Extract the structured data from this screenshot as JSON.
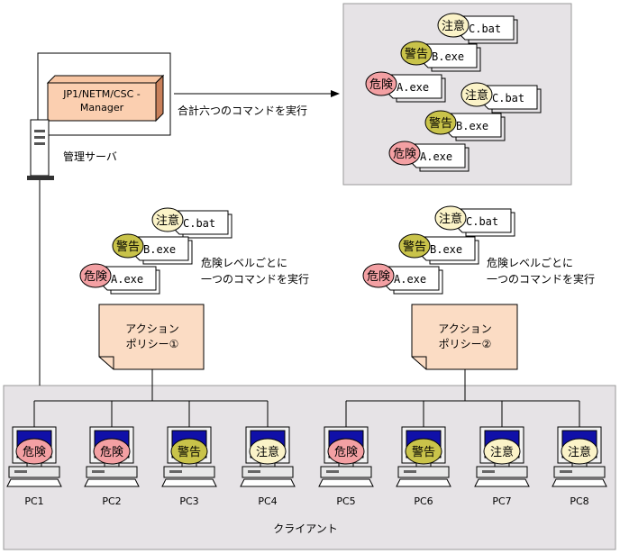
{
  "server": {
    "product": [
      "JP1/NETM/CSC -",
      "Manager"
    ],
    "caption": "管理サーバ"
  },
  "arrow_label": "合計六つのコマンドを実行",
  "levels": {
    "caution": "注意",
    "warning": "警告",
    "danger": "危険"
  },
  "files": {
    "caution": "C.bat",
    "warning": "B.exe",
    "danger": "A.exe"
  },
  "policies": [
    {
      "lines": [
        "アクション",
        "ポリシー①"
      ],
      "note": [
        "危険レベルごとに",
        "一つのコマンドを実行"
      ]
    },
    {
      "lines": [
        "アクション",
        "ポリシー②"
      ],
      "note": [
        "危険レベルごとに",
        "一つのコマンドを実行"
      ]
    }
  ],
  "clients": [
    {
      "name": "PC1",
      "level": "danger"
    },
    {
      "name": "PC2",
      "level": "danger"
    },
    {
      "name": "PC3",
      "level": "warning"
    },
    {
      "name": "PC4",
      "level": "caution"
    },
    {
      "name": "PC5",
      "level": "danger"
    },
    {
      "name": "PC6",
      "level": "warning"
    },
    {
      "name": "PC7",
      "level": "caution"
    },
    {
      "name": "PC8",
      "level": "caution"
    }
  ],
  "client_area_label": "クライアント",
  "colors": {
    "area_bg": "#e6e3e6",
    "policy_bg": "#fbdcc4",
    "manager_bg": "#fbcfb0",
    "caution": "#fbf3c8",
    "warning": "#c9c34a",
    "danger": "#f3a0a3",
    "screen": "#1010a8"
  }
}
